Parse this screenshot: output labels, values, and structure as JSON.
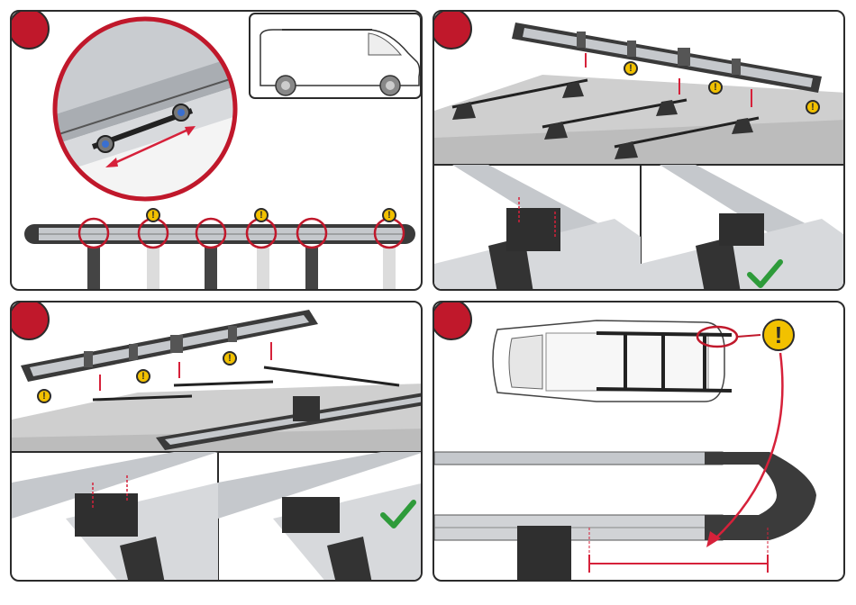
{
  "sheet": {
    "title": "",
    "steps": [
      {
        "id": "step-1",
        "badge_text": "",
        "description": ""
      },
      {
        "id": "step-2",
        "badge_text": "",
        "description": ""
      },
      {
        "id": "step-3",
        "badge_text": "",
        "description": ""
      },
      {
        "id": "step-4",
        "badge_text": "",
        "description": ""
      }
    ],
    "symbols": {
      "warning_glyph": "!",
      "confirm_glyph": "",
      "colors": {
        "step_badge": "#c0182b",
        "warning": "#f2c100",
        "confirm_check": "#2e9b3a",
        "guide_arrow": "#d6213a",
        "roof": "#cfcfcf",
        "rail": "#b9bcc0",
        "outline": "#2b2b2b"
      }
    }
  }
}
